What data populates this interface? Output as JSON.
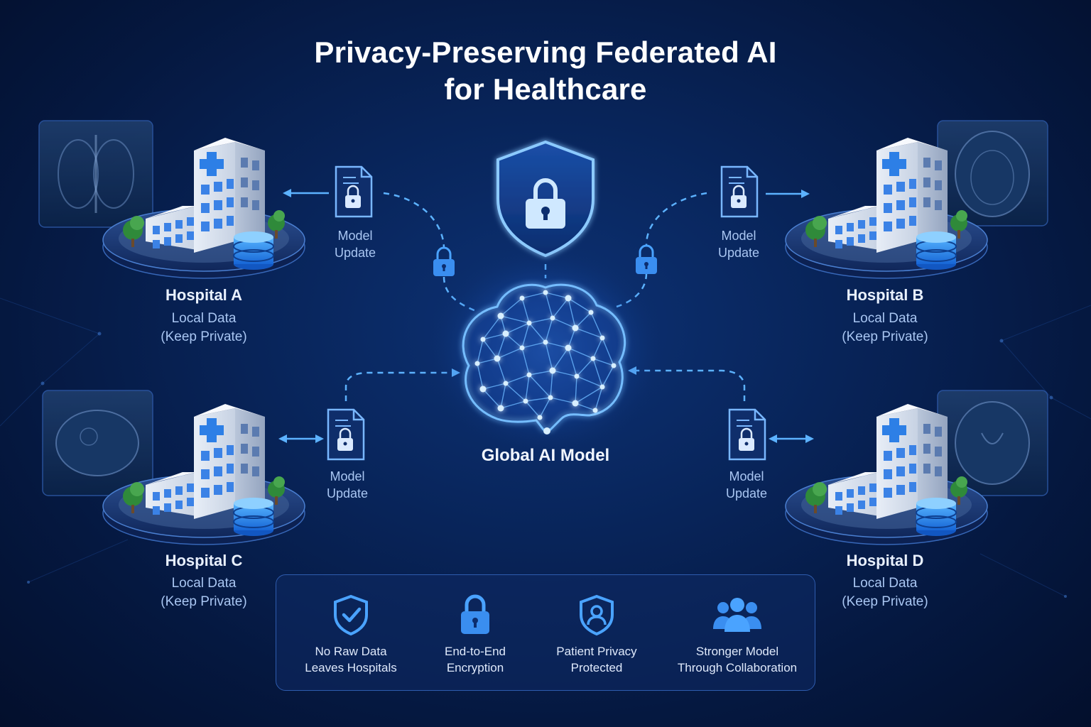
{
  "title": {
    "line1": "Privacy-Preserving Federated AI",
    "line2": "for Healthcare"
  },
  "colors": {
    "accent": "#4aa3ff",
    "background": "#082459",
    "line": "#5cb2ff"
  },
  "center": {
    "label": "Global AI Model",
    "icon": "brain-network-icon"
  },
  "hospitals": [
    {
      "name": "Hospital A",
      "data_line1": "Local Data",
      "data_line2": "(Keep Private)",
      "update_line1": "Model",
      "update_line2": "Update"
    },
    {
      "name": "Hospital B",
      "data_line1": "Local Data",
      "data_line2": "(Keep Private)",
      "update_line1": "Model",
      "update_line2": "Update"
    },
    {
      "name": "Hospital C",
      "data_line1": "Local Data",
      "data_line2": "(Keep Private)",
      "update_line1": "Model",
      "update_line2": "Update"
    },
    {
      "name": "Hospital D",
      "data_line1": "Local Data",
      "data_line2": "(Keep Private)",
      "update_line1": "Model",
      "update_line2": "Update"
    }
  ],
  "features": [
    {
      "icon": "shield-check-icon",
      "line1": "No Raw Data",
      "line2": "Leaves Hospitals"
    },
    {
      "icon": "lock-icon",
      "line1": "End-to-End",
      "line2": "Encryption"
    },
    {
      "icon": "shield-user-icon",
      "line1": "Patient Privacy",
      "line2": "Protected"
    },
    {
      "icon": "users-icon",
      "line1": "Stronger Model",
      "line2": "Through Collaboration"
    }
  ]
}
